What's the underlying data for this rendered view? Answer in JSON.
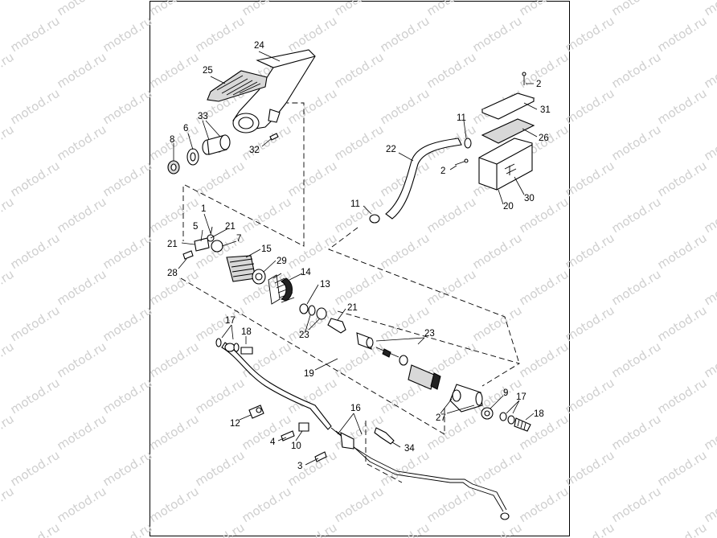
{
  "watermark": {
    "text": "motod.ru",
    "color": "#cfcfcf"
  },
  "callouts": {
    "c24": "24",
    "c25": "25",
    "c33": "33",
    "c6": "6",
    "c8": "8",
    "c32": "32",
    "c2a": "2",
    "c31": "31",
    "c11a": "11",
    "c26": "26",
    "c22": "22",
    "c2b": "2",
    "c30": "30",
    "c20": "20",
    "c11b": "11",
    "c1": "1",
    "c5": "5",
    "c21a": "21",
    "c21b": "21",
    "c7": "7",
    "c15": "15",
    "c29": "29",
    "c28": "28",
    "c14": "14",
    "c13": "13",
    "c21c": "21",
    "c23a": "23",
    "c23b": "23",
    "c17a": "17",
    "c18a": "18",
    "c19": "19",
    "c27": "27",
    "c9": "9",
    "c17b": "17",
    "c18b": "18",
    "c12": "12",
    "c16": "16",
    "c4": "4",
    "c10": "10",
    "c34": "34",
    "c3": "3"
  }
}
